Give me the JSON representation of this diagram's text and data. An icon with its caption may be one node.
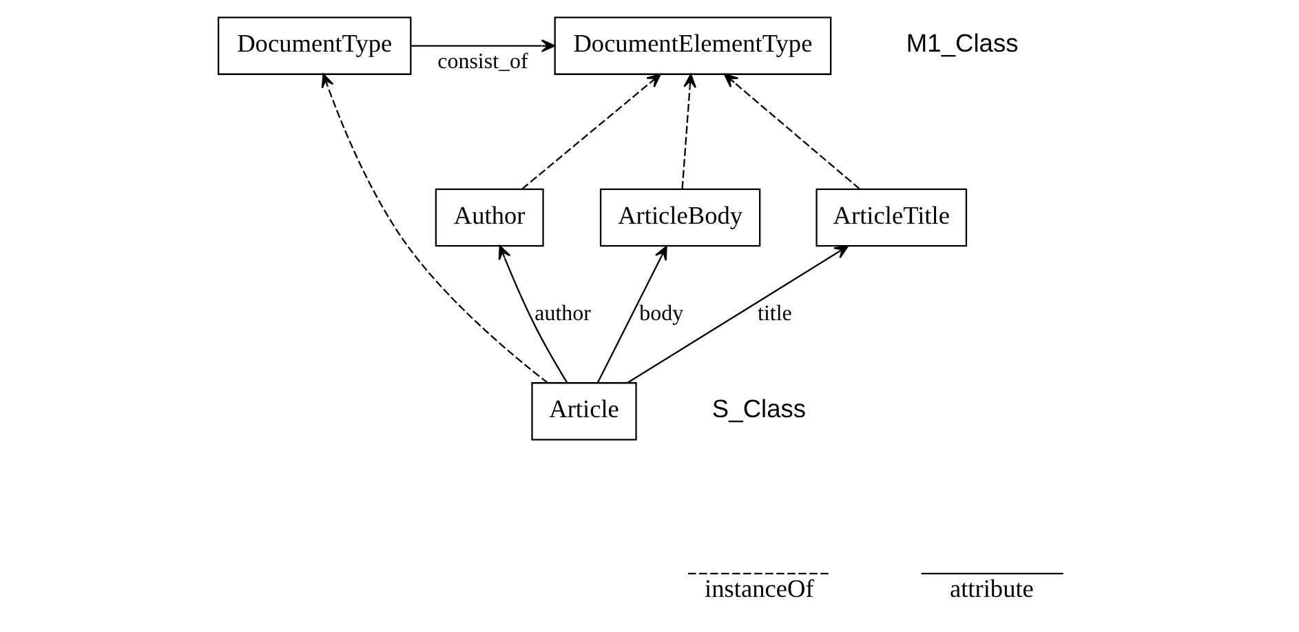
{
  "diagram": {
    "nodes": [
      {
        "text": [
          "DocumentType"
        ]
      },
      {
        "text": [
          "DocumentElementType"
        ]
      },
      {
        "text": [
          "Article"
        ]
      },
      {
        "text": [
          "Author"
        ]
      },
      {
        "text": [
          "ArticleBody"
        ]
      },
      {
        "text": [
          "ArticleTitle"
        ]
      }
    ],
    "edges": [
      {
        "from": 0,
        "to": 1,
        "arrow": "to",
        "label": "consist_of"
      },
      {
        "from": 2,
        "to": 0,
        "arrow": "to",
        "style": "dashed"
      },
      {
        "from": 3,
        "to": 1,
        "arrow": "to",
        "style": "dashed"
      },
      {
        "from": 4,
        "to": 1,
        "arrow": "to",
        "style": "dashed"
      },
      {
        "from": 5,
        "to": 1,
        "arrow": "to",
        "style": "dashed"
      },
      {
        "from": 2,
        "to": 3,
        "arrow": "to",
        "label": "author"
      },
      {
        "from": 2,
        "to": 4,
        "arrow": "to",
        "label": "body"
      },
      {
        "from": 2,
        "to": 5,
        "arrow": "to",
        "label": "title"
      }
    ],
    "labels": [
      "M1_Class",
      "S_Class"
    ],
    "legend": [
      {
        "text": "instanceOf"
      },
      {
        "text": "attribute"
      }
    ]
  }
}
